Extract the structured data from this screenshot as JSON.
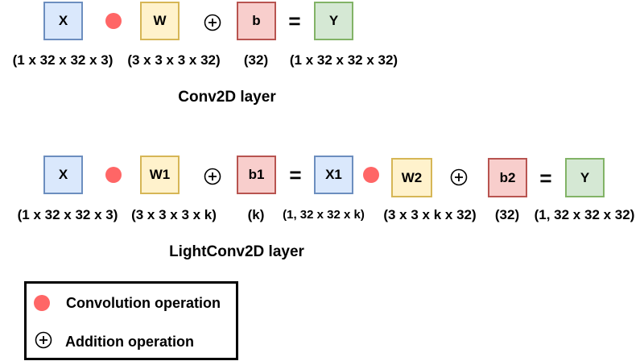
{
  "conv2d": {
    "boxes": {
      "x": "X",
      "w": "W",
      "b": "b",
      "y": "Y"
    },
    "equals": "=",
    "dims": {
      "x": "(1 x 32 x 32 x 3)",
      "w": "(3 x 3 x 3 x 32)",
      "b": "(32)",
      "y": "(1 x 32 x 32 x 32)"
    },
    "title": "Conv2D layer"
  },
  "lightconv2d": {
    "boxes": {
      "x": "X",
      "w1": "W1",
      "b1": "b1",
      "x1": "X1",
      "w2": "W2",
      "b2": "b2",
      "y": "Y"
    },
    "equals": "=",
    "dims": {
      "x": "(1 x 32 x 32 x 3)",
      "w1": "(3 x 3 x 3 x k)",
      "b1": "(k)",
      "x1": "(1, 32 x 32 x k)",
      "w2": "(3 x 3 x k x 32)",
      "b2": "(32)",
      "y": "(1, 32 x 32 x 32)"
    },
    "title": "LightConv2D layer"
  },
  "legend": {
    "convolution": "Convolution operation",
    "addition": "Addition operation"
  },
  "colors": {
    "input_fill": "#dae8fc",
    "input_border": "#6c8ebf",
    "weight_fill": "#fff2cc",
    "weight_border": "#d6b656",
    "bias_fill": "#f8cecc",
    "bias_border": "#b85450",
    "output_fill": "#d5e8d4",
    "output_border": "#82b366",
    "convolution_dot": "#ff6666"
  }
}
